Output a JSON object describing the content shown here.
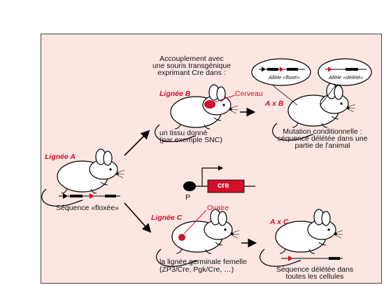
{
  "lines": {
    "A": "Lignée A",
    "B": "Lignée B",
    "C": "Lignée C",
    "AxB": "A x B",
    "AxC": "A x C"
  },
  "labels": {
    "floxed_sequence": "Séquence «floxée»",
    "mating_line1": "Accouplement avec",
    "mating_line2": "une souris transgénique",
    "mating_line3": "exprimant Cre dans :",
    "tissue_line1": "un tissu donné",
    "tissue_line2": "(par exemple SNC)",
    "brain": "Cerveau",
    "ovary": "Ovaire",
    "germline_line1": "la lignée germinale femelle",
    "germline_line2": "(ZP3/Cre, Pgk/Cre, …)",
    "conditional_line1": "Mutation conditionnelle :",
    "conditional_line2": "séquence délétée dans une",
    "conditional_line3": "partie de l'animal",
    "deleted_line1": "Séquence délétée dans",
    "deleted_line2": "toutes les cellules",
    "floxed_allele": "Allèle «floxé»",
    "deleted_allele": "Allèle «délété»",
    "promoter": "P",
    "cre_gene": "cre"
  },
  "colors": {
    "background": "#fbe6e1",
    "accent_red": "#d2102a",
    "text": "#111111"
  }
}
